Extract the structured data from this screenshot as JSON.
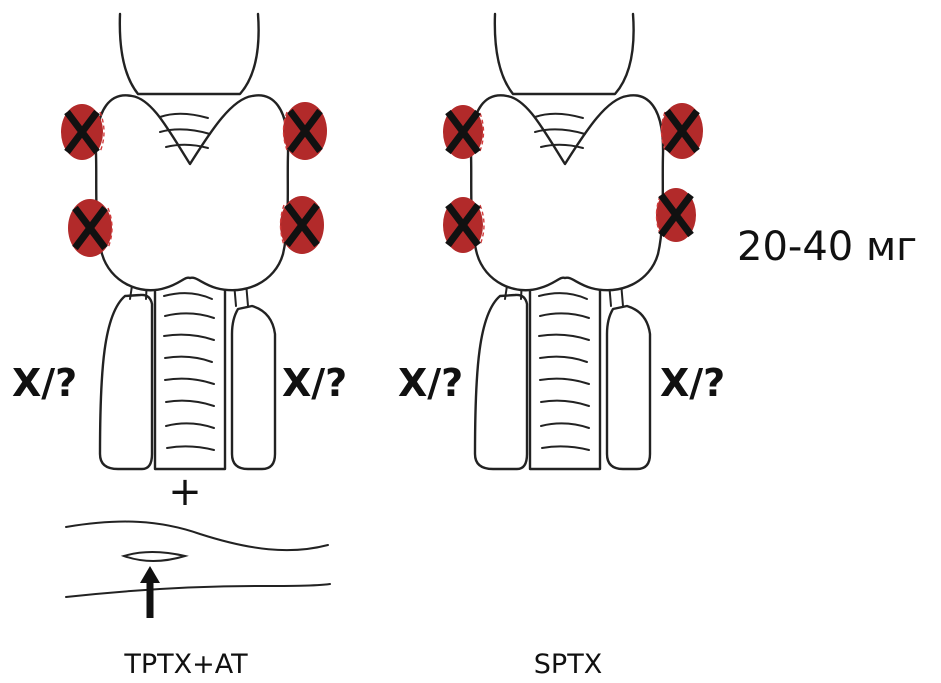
{
  "panels": [
    {
      "id": "tptx-at",
      "caption": "TPTX+AT",
      "side_mark_left": "X/?",
      "side_mark_right": "X/?"
    },
    {
      "id": "sptx",
      "caption": "SPTX",
      "side_mark_left": "X/?",
      "side_mark_right": "X/?"
    }
  ],
  "remnant_weight": "20-40 мг",
  "plus_sign": "+",
  "colors": {
    "gland": "#b22a2a",
    "outline": "#222222",
    "cross": "#111111"
  },
  "icons": {
    "removed_gland": "x-mark-icon",
    "implant_site": "up-arrow-icon"
  }
}
